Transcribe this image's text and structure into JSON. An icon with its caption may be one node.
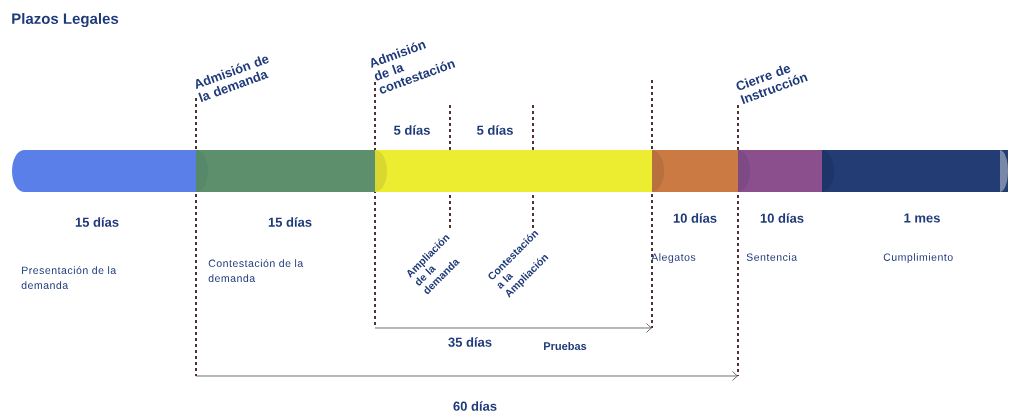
{
  "diagram": {
    "title": "Plazos Legales",
    "nodes": [
      {
        "text": [],
        "shape": "cylinder",
        "beside": [
          "15 días",
          "Presentación de la demanda"
        ]
      },
      {
        "text": [],
        "shape": "cylinder",
        "beside": [
          "15 días",
          "Contestación de la demanda"
        ]
      },
      {
        "text": [],
        "shape": "cylinder"
      },
      {
        "text": [],
        "shape": "cylinder",
        "beside": [
          "10 días",
          "Alegatos"
        ]
      },
      {
        "text": [],
        "shape": "cylinder",
        "beside": [
          "10 días",
          "Sentencia"
        ]
      },
      {
        "text": [],
        "shape": "cylinder",
        "beside": [
          "1 mes",
          "Cumplimiento"
        ]
      }
    ],
    "labels": [
      "Admisión de la demanda",
      "Admisión de la contestación",
      "Cierre de Instrucción",
      "5 días",
      "5 días",
      "Ampliación de la demanda",
      "Contestación a la Ampliación",
      "35 días",
      "Pruebas",
      "60 días"
    ]
  }
}
